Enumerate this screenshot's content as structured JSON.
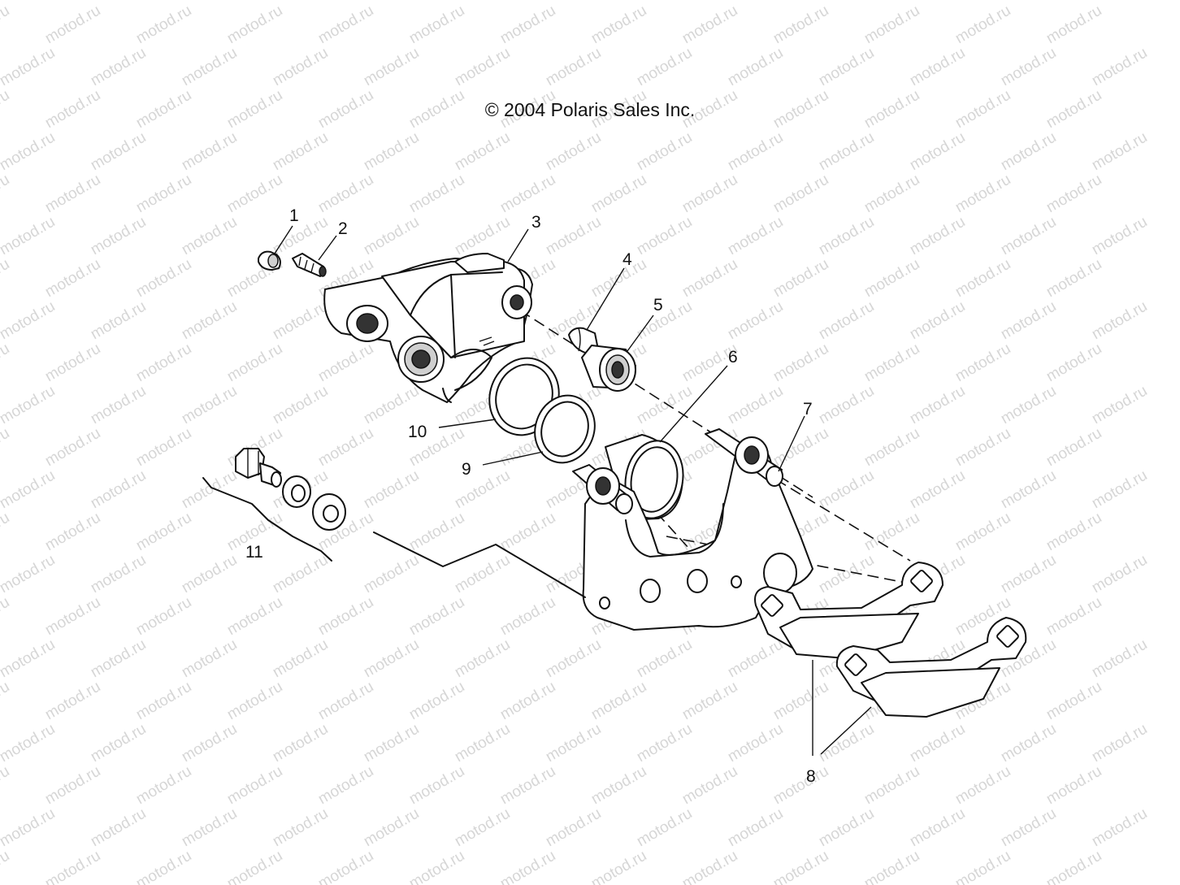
{
  "header": {
    "copyright": "© 2004 Polaris Sales Inc."
  },
  "watermark": {
    "text": "motod.ru"
  },
  "callouts": {
    "c1": "1",
    "c2": "2",
    "c3": "3",
    "c4": "4",
    "c5": "5",
    "c6": "6",
    "c7": "7",
    "c8": "8",
    "c9": "9",
    "c10": "10",
    "c11": "11"
  },
  "colors": {
    "line": "#111111",
    "watermark": "#d6d6d6",
    "background": "#ffffff"
  }
}
